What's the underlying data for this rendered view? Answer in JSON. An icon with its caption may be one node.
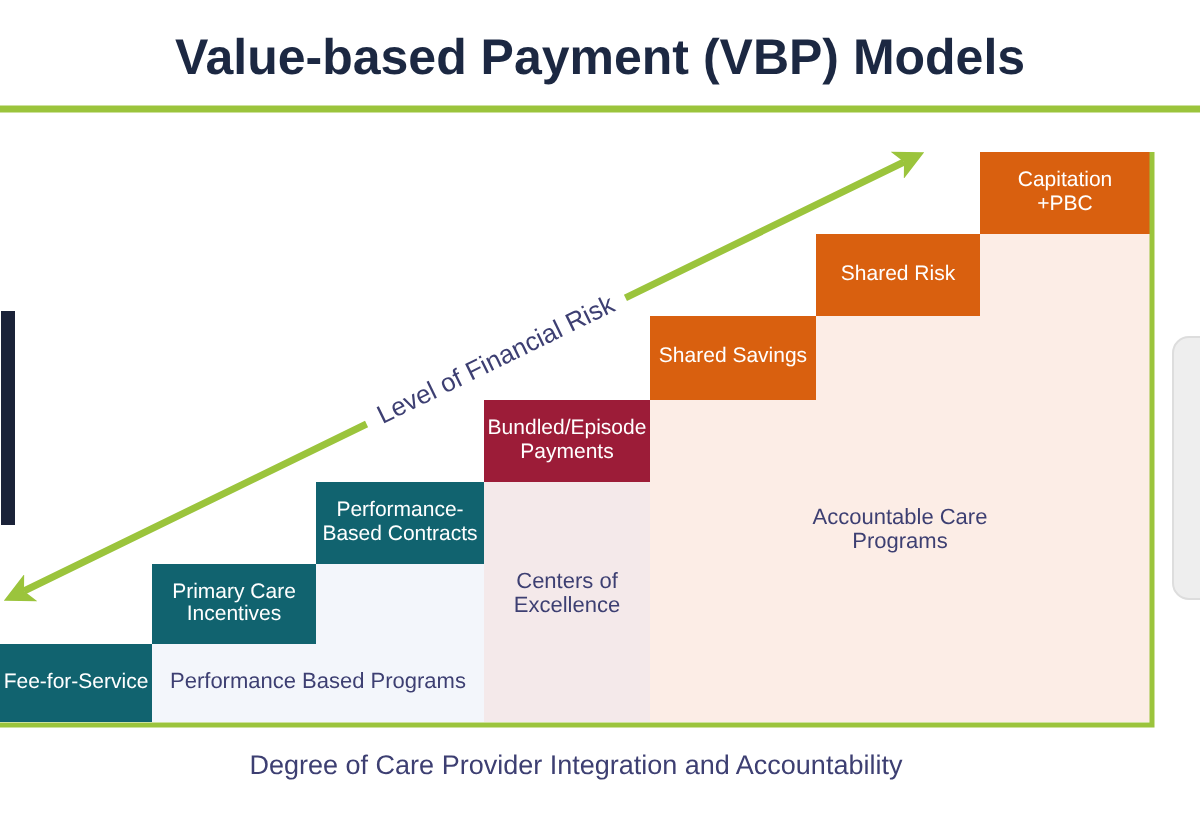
{
  "diagram": {
    "title": "Value-based Payment (VBP) Models",
    "nodes": [
      {
        "text": [
          "Fee-for-Service"
        ]
      },
      {
        "text": [
          "Primary Care Incentives"
        ]
      },
      {
        "text": [
          "Performance-Based Contracts"
        ]
      },
      {
        "text": [
          "Bundled/Episode Payments"
        ]
      },
      {
        "text": [
          "Shared Savings"
        ]
      },
      {
        "text": [
          "Shared Risk"
        ]
      },
      {
        "text": [
          "Capitation +PBC"
        ]
      },
      {
        "text": [
          "Performance Based Programs"
        ]
      },
      {
        "text": [
          "Centers of Excellence"
        ]
      },
      {
        "text": [
          "Accountable Care Programs"
        ]
      },
      {
        "text": [],
        "shape": "box"
      },
      {
        "text": [],
        "shape": "box"
      }
    ],
    "labels": [
      "Level of Financial Risk",
      "Degree of Care Provider Integration and Accountability"
    ]
  }
}
